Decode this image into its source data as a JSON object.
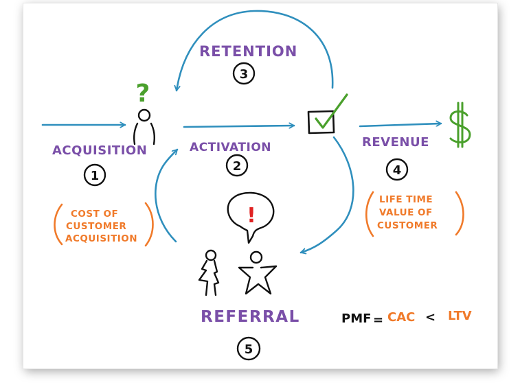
{
  "colors": {
    "arrow": "#2f8fbd",
    "purple": "#7a4fa8",
    "green": "#4aa02c",
    "orange": "#f07a2a",
    "ink": "#111111",
    "red": "#e02222"
  },
  "icons": [
    "question-mark-icon",
    "person-icon",
    "checkbox-icon",
    "checkmark-icon",
    "dollar-icon",
    "speech-bubble-icon",
    "exclamation-icon",
    "person-pair-icon"
  ],
  "stages": {
    "retention": {
      "label": "RETENTION",
      "number": "3"
    },
    "acquisition": {
      "label": "ACQUISITION",
      "number": "1"
    },
    "activation": {
      "label": "ACTIVATION",
      "number": "2"
    },
    "revenue": {
      "label": "REVENUE",
      "number": "4"
    },
    "referral": {
      "label": "REFERRAL",
      "number": "5"
    }
  },
  "symbols": {
    "question": "?",
    "exclamation": "!"
  },
  "cac_note": [
    "COST OF",
    "CUSTOMER",
    "ACQUISITION"
  ],
  "ltv_note": [
    "LIFE TIME",
    "VALUE OF",
    "CUSTOMER"
  ],
  "formula": {
    "pmf": "PMF",
    "equals": "=",
    "cac": "CAC",
    "less_than": "<",
    "ltv": "LTV"
  }
}
